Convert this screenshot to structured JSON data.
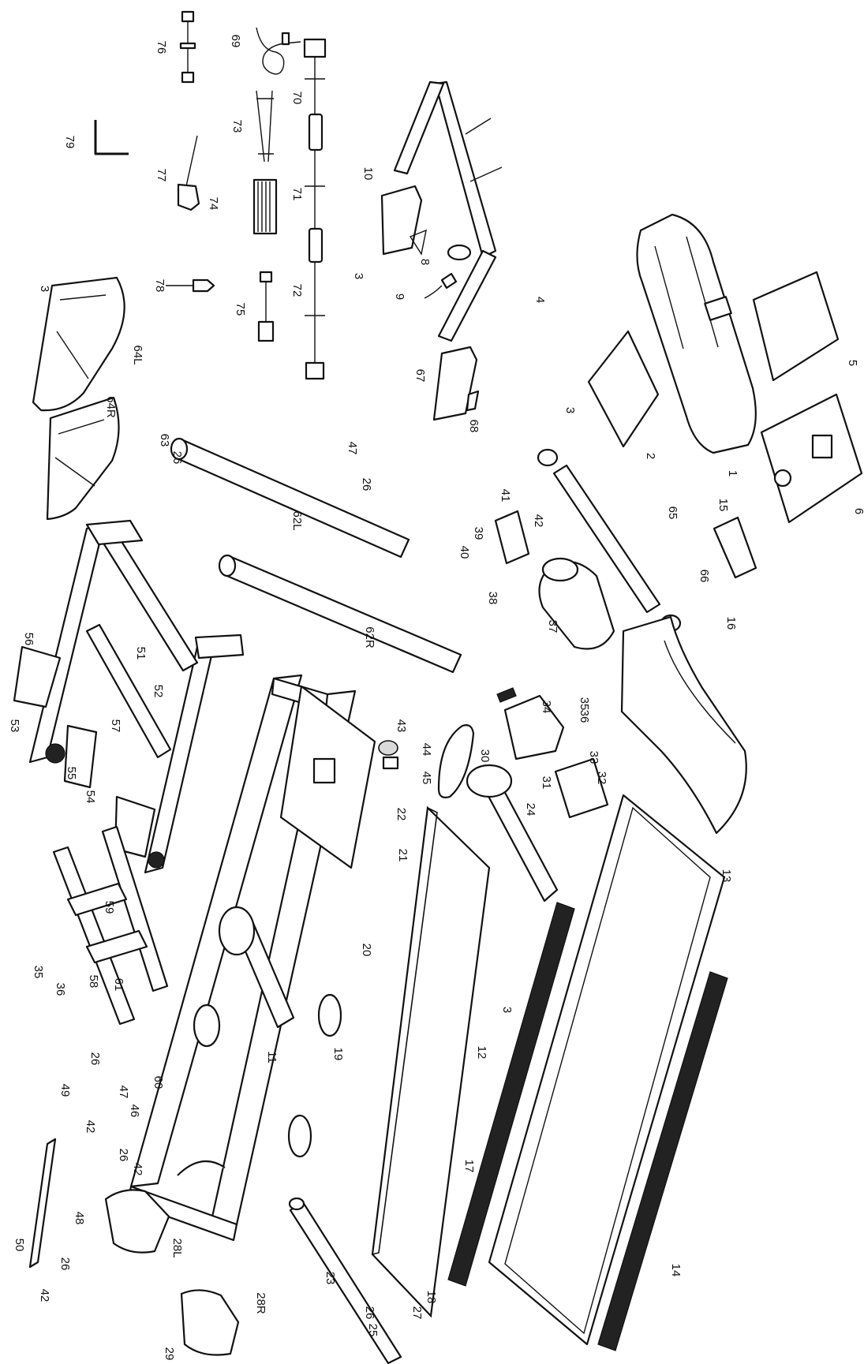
{
  "labels": [
    {
      "id": "p76",
      "text": "76"
    },
    {
      "id": "p69",
      "text": "69"
    },
    {
      "id": "p79",
      "text": "79"
    },
    {
      "id": "p77",
      "text": "77"
    },
    {
      "id": "p70",
      "text": "70"
    },
    {
      "id": "p73",
      "text": "73"
    },
    {
      "id": "p71",
      "text": "71"
    },
    {
      "id": "p74",
      "text": "74"
    },
    {
      "id": "p72",
      "text": "72"
    },
    {
      "id": "p78",
      "text": "78"
    },
    {
      "id": "p75",
      "text": "75"
    },
    {
      "id": "p10",
      "text": "10"
    },
    {
      "id": "p3a",
      "text": "3"
    },
    {
      "id": "p8",
      "text": "8"
    },
    {
      "id": "p9",
      "text": "9"
    },
    {
      "id": "p4",
      "text": "4"
    },
    {
      "id": "p3b",
      "text": "3"
    },
    {
      "id": "p64L",
      "text": "64L"
    },
    {
      "id": "p67",
      "text": "67"
    },
    {
      "id": "p68",
      "text": "68"
    },
    {
      "id": "p3c",
      "text": "3"
    },
    {
      "id": "p2",
      "text": "2"
    },
    {
      "id": "p1",
      "text": "1"
    },
    {
      "id": "p5",
      "text": "5"
    },
    {
      "id": "p6",
      "text": "6"
    },
    {
      "id": "p64R",
      "text": "64R"
    },
    {
      "id": "p63",
      "text": "63"
    },
    {
      "id": "p26a",
      "text": "26"
    },
    {
      "id": "p47a",
      "text": "47"
    },
    {
      "id": "p26b",
      "text": "26"
    },
    {
      "id": "p62L",
      "text": "62L"
    },
    {
      "id": "p65",
      "text": "65"
    },
    {
      "id": "p41",
      "text": "41"
    },
    {
      "id": "p42a",
      "text": "42"
    },
    {
      "id": "p39",
      "text": "39"
    },
    {
      "id": "p40",
      "text": "40"
    },
    {
      "id": "p38",
      "text": "38"
    },
    {
      "id": "p37",
      "text": "37"
    },
    {
      "id": "p66",
      "text": "66"
    },
    {
      "id": "p15",
      "text": "15"
    },
    {
      "id": "p16",
      "text": "16"
    },
    {
      "id": "p56",
      "text": "56"
    },
    {
      "id": "p51",
      "text": "51"
    },
    {
      "id": "p52",
      "text": "52"
    },
    {
      "id": "p62R",
      "text": "62R"
    },
    {
      "id": "p53",
      "text": "53"
    },
    {
      "id": "p57",
      "text": "57"
    },
    {
      "id": "p55",
      "text": "55"
    },
    {
      "id": "p54",
      "text": "54"
    },
    {
      "id": "p43",
      "text": "43"
    },
    {
      "id": "p44",
      "text": "44"
    },
    {
      "id": "p45",
      "text": "45"
    },
    {
      "id": "p34",
      "text": "34"
    },
    {
      "id": "p35a",
      "text": "35"
    },
    {
      "id": "p36a",
      "text": "36"
    },
    {
      "id": "p33",
      "text": "33"
    },
    {
      "id": "p30",
      "text": "30"
    },
    {
      "id": "p32",
      "text": "32"
    },
    {
      "id": "p31",
      "text": "31"
    },
    {
      "id": "p58",
      "text": "58"
    },
    {
      "id": "p22",
      "text": "22"
    },
    {
      "id": "p24",
      "text": "24"
    },
    {
      "id": "p21",
      "text": "21"
    },
    {
      "id": "p13",
      "text": "13"
    },
    {
      "id": "p59",
      "text": "59"
    },
    {
      "id": "p20",
      "text": "20"
    },
    {
      "id": "p35b",
      "text": "35"
    },
    {
      "id": "p36b",
      "text": "36"
    },
    {
      "id": "p58b",
      "text": "58"
    },
    {
      "id": "p61",
      "text": "61"
    },
    {
      "id": "p11",
      "text": "11"
    },
    {
      "id": "p19",
      "text": "19"
    },
    {
      "id": "p3d",
      "text": "3"
    },
    {
      "id": "p60",
      "text": "60"
    },
    {
      "id": "p12",
      "text": "12"
    },
    {
      "id": "p26c",
      "text": "26"
    },
    {
      "id": "p49",
      "text": "49"
    },
    {
      "id": "p47b",
      "text": "47"
    },
    {
      "id": "p46",
      "text": "46"
    },
    {
      "id": "p42b",
      "text": "42"
    },
    {
      "id": "p26d",
      "text": "26"
    },
    {
      "id": "p42c",
      "text": "42"
    },
    {
      "id": "p17",
      "text": "17"
    },
    {
      "id": "p48",
      "text": "48"
    },
    {
      "id": "p50",
      "text": "50"
    },
    {
      "id": "p28L",
      "text": "28L"
    },
    {
      "id": "p14",
      "text": "14"
    },
    {
      "id": "p23",
      "text": "23"
    },
    {
      "id": "p18",
      "text": "18"
    },
    {
      "id": "p26e",
      "text": "26"
    },
    {
      "id": "p42d",
      "text": "42"
    },
    {
      "id": "p26f",
      "text": "26"
    },
    {
      "id": "p27",
      "text": "27"
    },
    {
      "id": "p25",
      "text": "25"
    },
    {
      "id": "p29",
      "text": "29"
    },
    {
      "id": "p28R",
      "text": "28R"
    }
  ]
}
